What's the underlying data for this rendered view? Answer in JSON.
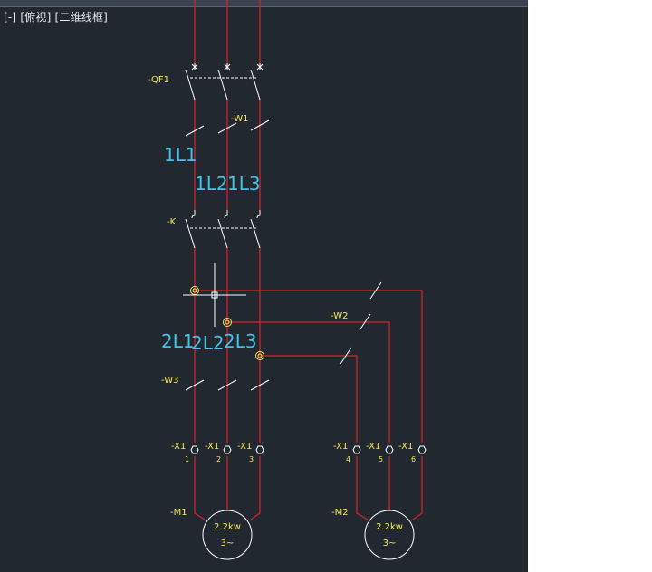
{
  "viewport": {
    "label_parts": [
      "[-]",
      "[俯视]",
      "[二维线框]"
    ]
  },
  "components": {
    "breaker": "-QF1",
    "contactor": "-K",
    "wire_w1": "-W1",
    "wire_w2": "-W2",
    "wire_w3": "-W3",
    "motor1": "-M1",
    "motor2": "-M2"
  },
  "line_labels": {
    "l1_1": "1L1",
    "l1_2": "1L2",
    "l1_3": "1L3",
    "l2_1": "2L1",
    "l2_2": "2L2",
    "l2_3": "2L3"
  },
  "terminals": [
    {
      "tag": "-X1",
      "pin": "1"
    },
    {
      "tag": "-X1",
      "pin": "2"
    },
    {
      "tag": "-X1",
      "pin": "3"
    },
    {
      "tag": "-X1",
      "pin": "4"
    },
    {
      "tag": "-X1",
      "pin": "5"
    },
    {
      "tag": "-X1",
      "pin": "6"
    }
  ],
  "motors": [
    {
      "rating": "2.2kw",
      "phase": "3~"
    },
    {
      "rating": "2.2kw",
      "phase": "3~"
    }
  ],
  "colors": {
    "background": "#212830",
    "wire": "#d9232b",
    "symbol": "#ffffff",
    "tag_text": "#f5e85a",
    "line_label": "#3fc6e6",
    "node_marker": "#f5e85a"
  }
}
